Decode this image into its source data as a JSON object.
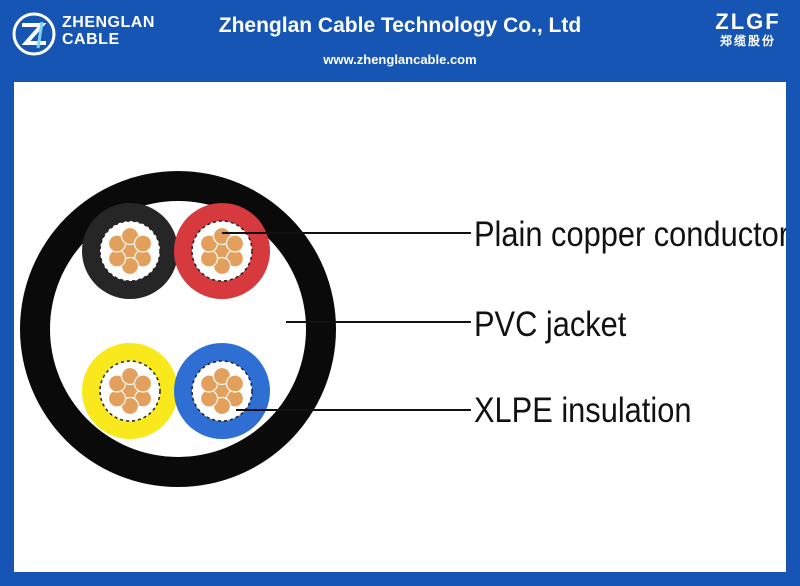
{
  "header": {
    "logo_left": {
      "line1": "ZHENGLAN",
      "line2": "CABLE"
    },
    "company_name": "Zhenglan Cable Technology Co., Ltd",
    "website": "www.zhenglancable.com",
    "logo_right": {
      "en": "ZLGF",
      "cn": "郑缆股份"
    }
  },
  "diagram": {
    "labels": {
      "conductor": "Plain copper conductor",
      "jacket": "PVC jacket",
      "insulation": "XLPE insulation"
    },
    "colors": {
      "header_blue": "#1755b5",
      "jacket": "#0a0a0a",
      "core_black": "#262626",
      "core_red": "#d63a3e",
      "core_yellow": "#f8e81c",
      "core_blue": "#2f6fd4",
      "copper": "#e2a05c"
    }
  }
}
